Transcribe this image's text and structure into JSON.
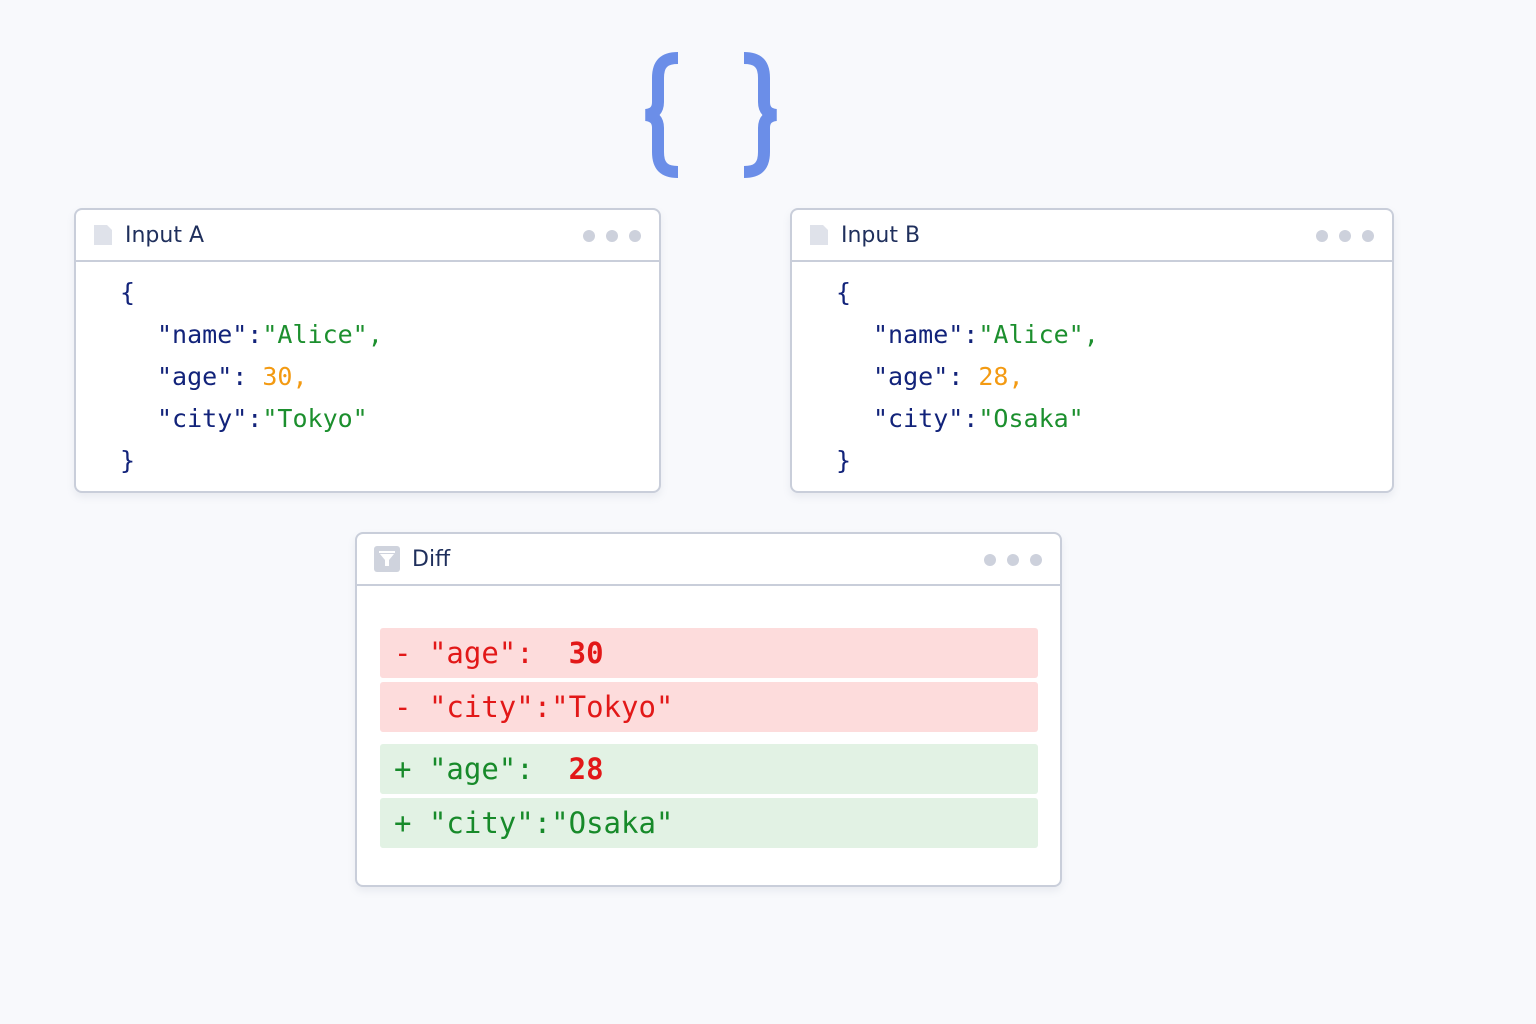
{
  "header": {
    "icon": "curly-braces-icon",
    "color": "#6b8ee8"
  },
  "input_a": {
    "title": "Input A",
    "icon": "file-icon",
    "lines": {
      "open": "{",
      "name_key": "\"name\":",
      "name_value": "\"Alice\",",
      "age_key": "\"age\":",
      "age_value": "30,",
      "city_key": "\"city\":",
      "city_value": "\"Tokyo\"",
      "close": "}"
    }
  },
  "input_b": {
    "title": "Input B",
    "icon": "file-icon",
    "lines": {
      "open": "{",
      "name_key": "\"name\":",
      "name_value": "\"Alice\",",
      "age_key": "\"age\":",
      "age_value": "28,",
      "city_key": "\"city\":",
      "city_value": "\"Osaka\"",
      "close": "}"
    }
  },
  "diff": {
    "title": "Diff",
    "icon": "filter-icon",
    "removed": [
      {
        "sign": "-",
        "key": "\"age\":",
        "value": "30"
      },
      {
        "sign": "-",
        "key": "\"city\":",
        "value": "\"Tokyo\""
      }
    ],
    "added": [
      {
        "sign": "+",
        "key": "\"age\":",
        "value": "28"
      },
      {
        "sign": "+",
        "key": "\"city\":",
        "value": "\"Osaka\""
      }
    ]
  },
  "colors": {
    "key": "#12237a",
    "string": "#1c8f2e",
    "number": "#f39a12",
    "removed_bg": "#fddcdc",
    "removed_text": "#e21818",
    "added_bg": "#e2f2e4",
    "added_text": "#178a2a"
  }
}
